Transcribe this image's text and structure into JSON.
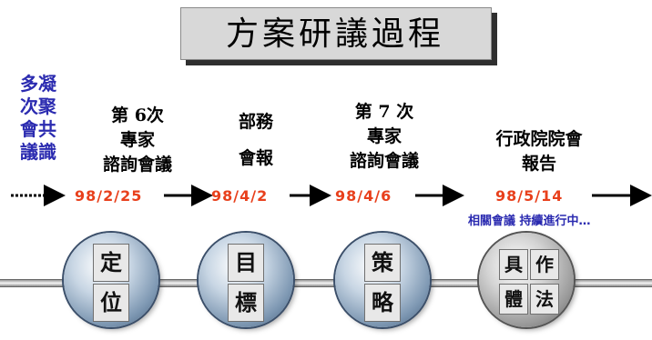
{
  "title": "方案研議過程",
  "consensus_lines": [
    "多凝",
    "次聚",
    "會共",
    "議識"
  ],
  "stages": [
    {
      "lines": [
        "第 6次",
        "專家",
        "諮詢會議"
      ]
    },
    {
      "lines": [
        "部務",
        "會報"
      ]
    },
    {
      "lines": [
        "第 7 次",
        "專家",
        "諮詢會議"
      ]
    },
    {
      "lines": [
        "行政院院會",
        "報告"
      ]
    }
  ],
  "dates": [
    "98/2/25",
    "98/4/2",
    "98/4/6",
    "98/5/14"
  ],
  "note": "相關會議 持續進行中…",
  "circles": [
    {
      "chars": [
        "定",
        "位"
      ]
    },
    {
      "chars": [
        "目",
        "標"
      ]
    },
    {
      "chars": [
        "策",
        "略"
      ]
    },
    {
      "chars": [
        "具",
        "作",
        "體",
        "法"
      ]
    }
  ],
  "colors": {
    "date": "#e8401c",
    "consensus": "#2b2bb0",
    "note": "#2a2ab0",
    "blue_circle": "#7d97b2",
    "gray_circle": "#9a9a9a"
  }
}
